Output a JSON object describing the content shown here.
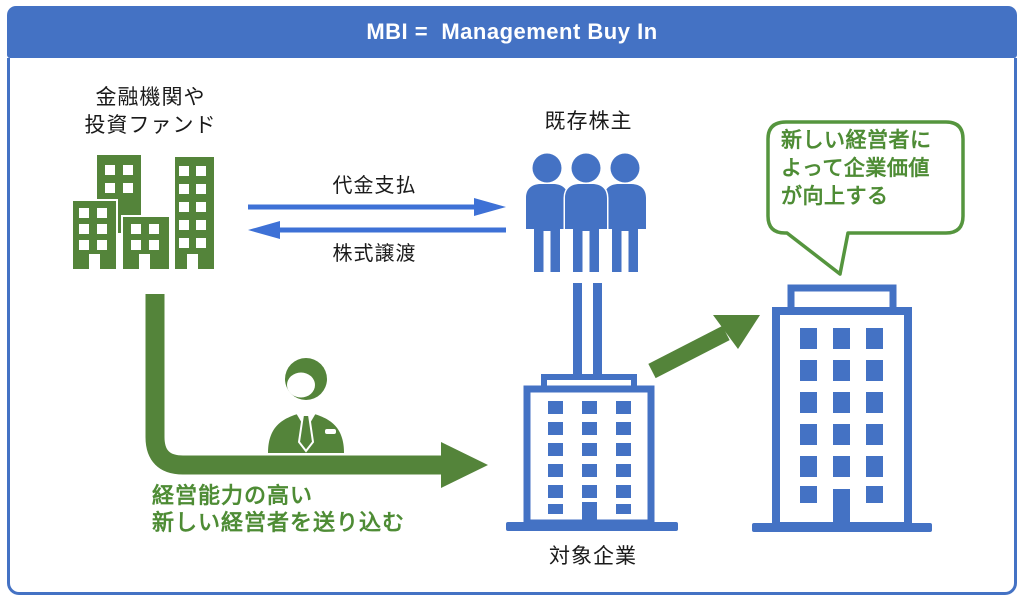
{
  "header": {
    "title": "MBI =  Management Buy In"
  },
  "colors": {
    "primary_blue": "#4472C4",
    "arrow_blue": "#3E71D6",
    "green": "#54843A",
    "green_text": "#4E8C35",
    "bubble_green": "#55953E",
    "label_black": "#1A1A1A"
  },
  "diagram": {
    "finance": {
      "lines": [
        "金融機関や",
        "投資ファンド"
      ]
    },
    "shareholders": {
      "label": "既存株主"
    },
    "target_company": {
      "label": "対象企業"
    },
    "arrows": {
      "payment": {
        "label": "代金支払",
        "direction": "right"
      },
      "share_transfer": {
        "label": "株式譲渡",
        "direction": "left"
      },
      "send_manager": {
        "lines": [
          "経営能力の高い",
          "新しい経営者を送り込む"
        ]
      }
    },
    "speech_bubble": {
      "lines": [
        "新しい経営者に",
        "よって企業価値",
        "が向上する"
      ]
    }
  }
}
